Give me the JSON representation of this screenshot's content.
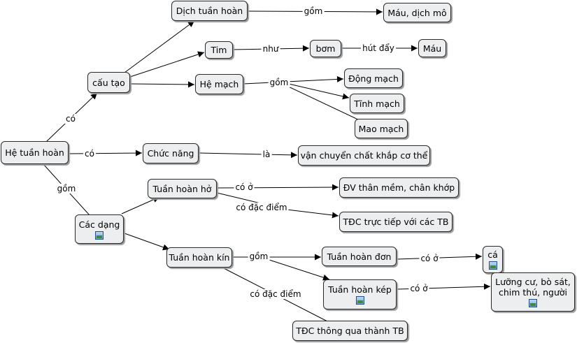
{
  "nodes": {
    "he_tuan_hoan": "Hệ tuần hoàn",
    "cau_tao": "cấu tạo",
    "dich_tuan_hoan": "Dịch tuần hoàn",
    "mau_dich_mo": "Máu, dịch mô",
    "tim": "Tim",
    "bom": "bơm",
    "mau": "Máu",
    "he_mach": "Hệ mạch",
    "dong_mach": "Động mạch",
    "tinh_mach": "Tĩnh mạch",
    "mao_mach": "Mao mạch",
    "chuc_nang": "Chức năng",
    "van_chuyen": "vận chuyển chất khắp cơ thể",
    "cac_dang": "Các dạng",
    "tuan_hoan_ho": "Tuần hoàn hở",
    "dv_than_mem": "ĐV thân mềm, chân khớp",
    "tdc_truc_tiep": "TĐC trực tiếp với các TB",
    "tuan_hoan_kin": "Tuần hoàn kín",
    "tuan_hoan_don": "Tuần hoàn đơn",
    "ca": "cá",
    "tuan_hoan_kep": "Tuần hoàn kép",
    "luong_cu": "Lưỡng cư, bò sát, chim thú, người",
    "tdc_thong_qua": "TĐC thông qua thành TB"
  },
  "labels": {
    "co_1": "có",
    "co_2": "có",
    "gom_1": "gồm",
    "gom_2": "gồm",
    "nhu": "như",
    "hut_day": "hút đẩy",
    "gom_3": "gồm",
    "la": "là",
    "co_o_1": "có ở",
    "co_dac_diem_1": "có đặc điểm",
    "gom_4": "gồm",
    "co_o_2": "có ở",
    "co_o_3": "có ở",
    "co_dac_diem_2": "có đặc điểm"
  },
  "colors": {
    "node_fill": "#eceeef",
    "node_border": "#2a2a2a",
    "line": "#000000"
  },
  "icons": {
    "image_attachment": "image-icon"
  }
}
